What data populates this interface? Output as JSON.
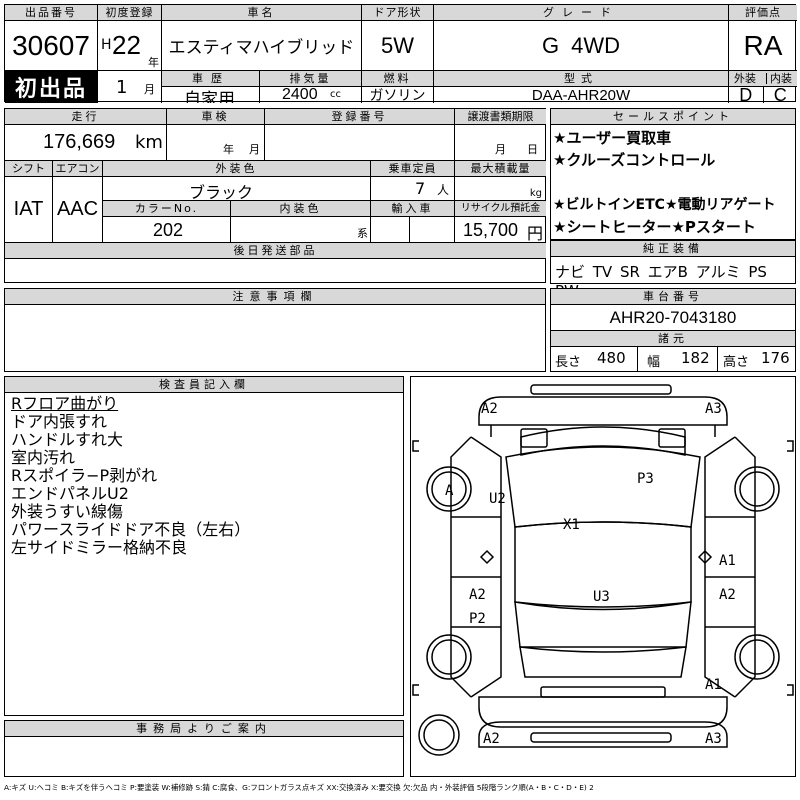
{
  "header": {
    "lot_label": "出品番号",
    "lot_number": "30607",
    "first_listing_badge": "初出品",
    "reg_label": "初度登録",
    "era_prefix": "H",
    "year": "22",
    "year_unit": "年",
    "month": "1",
    "month_unit": "月",
    "car_name_label": "車名",
    "car_name": "エスティマハイブリッド",
    "doors_label": "ドア形状",
    "doors": "5W",
    "grade_label": "グレード",
    "grade": "G 4WD",
    "score_label": "評価点",
    "score": "RA",
    "history_label": "車歴",
    "history": "自家用",
    "displacement_label": "排気量",
    "displacement": "2400",
    "displacement_unit": "cc",
    "fuel_label": "燃料",
    "fuel": "ガソリン",
    "model_label": "型式",
    "model": "DAA-AHR20W",
    "exterior_label": "外装",
    "exterior_grade": "D",
    "interior_label": "内装",
    "interior_grade": "C"
  },
  "specs": {
    "mileage_label": "走行",
    "mileage": "176,669",
    "mileage_unit": "km",
    "inspection_label": "車検",
    "inspection_year_unit": "年",
    "inspection_month_unit": "月",
    "plate_label": "登録番号",
    "transfer_label": "譲渡書類期限",
    "transfer_month_unit": "月",
    "transfer_day_unit": "日",
    "shift_label": "シフト",
    "shift": "IAT",
    "ac_label": "エアコン",
    "ac": "AAC",
    "color_label": "外装色",
    "color": "ブラック",
    "capacity_label": "乗車定員",
    "capacity": "7",
    "capacity_unit": "人",
    "load_label": "最大積載量",
    "load_unit": "kg",
    "color_no_label": "カラーNo.",
    "color_no": "202",
    "interior_color_label": "内装色",
    "interior_color_unit": "系",
    "import_label": "輸入車",
    "recycle_label": "リサイクル預託金",
    "recycle": "15,700",
    "recycle_unit": "円",
    "later_parts_label": "後日発送部品"
  },
  "sales_points": {
    "label": "セールスポイント",
    "line1": "★ユーザー買取車",
    "line2": "★クルーズコントロール",
    "line3": "★ビルトインETC★電動リアゲート",
    "line4": "★シートヒーター★Pスタート"
  },
  "equipment": {
    "label": "純正装備",
    "items": "ナビ TV SR エアB アルミ PS PW"
  },
  "chassis": {
    "label": "車台番号",
    "number": "AHR20-7043180",
    "dims_label": "諸元",
    "length_label": "長さ",
    "length": "480",
    "width_label": "幅",
    "width": "182",
    "height_label": "高さ",
    "height": "176"
  },
  "notes": {
    "label": "注意事項欄"
  },
  "inspector": {
    "label": "検査員記入欄",
    "lines": [
      "Rフロア曲がり",
      "ドア内張すれ",
      "ハンドルすれ大",
      "室内汚れ",
      "Rスポイラ−P剥がれ",
      "エンドパネルU2",
      "外装うすい線傷",
      "パワースライドドア不良（左右）",
      "左サイドミラー格納不良"
    ]
  },
  "office": {
    "label": "事務局よりご案内"
  },
  "damage_map": {
    "marks": {
      "tl": "A2",
      "tr": "A3",
      "bl": "A2",
      "br": "A3",
      "lfw": "A",
      "u2": "U2",
      "p3": "P3",
      "x1": "X1",
      "a1r": "A1",
      "a2l": "A2",
      "a2r": "A2",
      "u3": "U3",
      "p2": "P2",
      "a1rr": "A1"
    }
  },
  "legend": "A:キズ U:ヘコミ B:キズを伴うヘコミ P:要塗装 W:補修跡 S:錆 C:腐食、G:フロントガラス点キズ XX:交換済み X:要交換 欠:欠品 内・外装評価 5段階ランク順(A・B・C・D・E) 2"
}
